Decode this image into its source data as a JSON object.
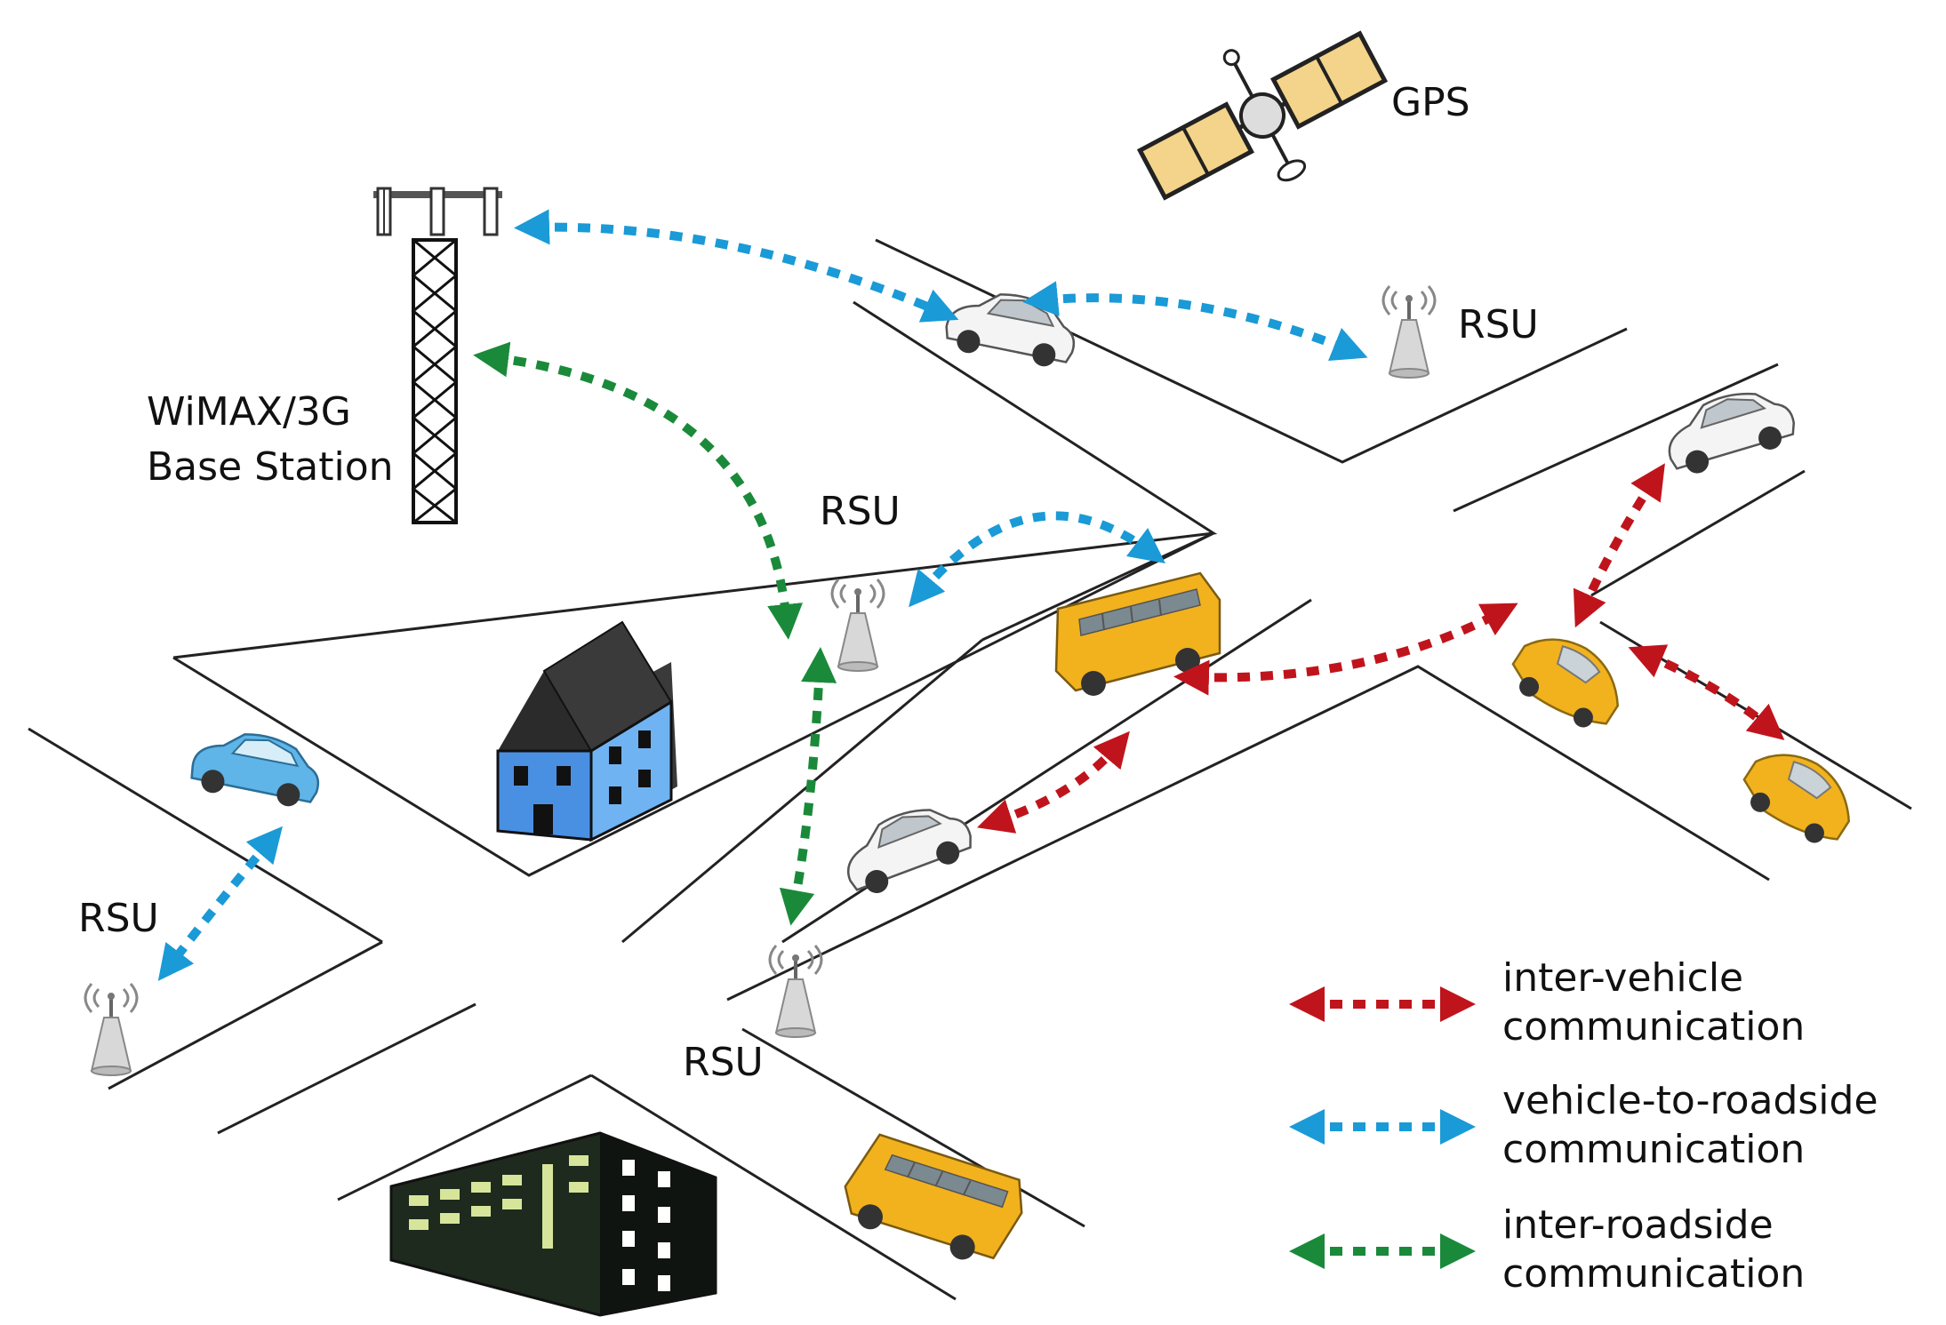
{
  "labels": {
    "gps": "GPS",
    "base_station_line1": "WiMAX/3G",
    "base_station_line2": "Base Station",
    "rsu_top_right": "RSU",
    "rsu_center": "RSU",
    "rsu_left": "RSU",
    "rsu_bottom": "RSU"
  },
  "legend": [
    {
      "line1": "inter-vehicle",
      "line2": "communication",
      "color": "#c0141c"
    },
    {
      "line1": "vehicle-to-roadside",
      "line2": "communication",
      "color": "#1a9ad6"
    },
    {
      "line1": "inter-roadside",
      "line2": "communication",
      "color": "#1a8a3a"
    }
  ],
  "colors": {
    "inter_vehicle": "#c0141c",
    "vehicle_to_roadside": "#1a9ad6",
    "inter_roadside": "#1a8a3a",
    "bus_yellow": "#f2b21e",
    "house_blue": "#4a90e2",
    "office_dark": "#1e2a1e"
  },
  "icons": [
    "satellite-icon",
    "cell-tower-icon",
    "rsu-antenna-icon",
    "car-icon",
    "bus-icon",
    "house-icon",
    "office-building-icon"
  ]
}
